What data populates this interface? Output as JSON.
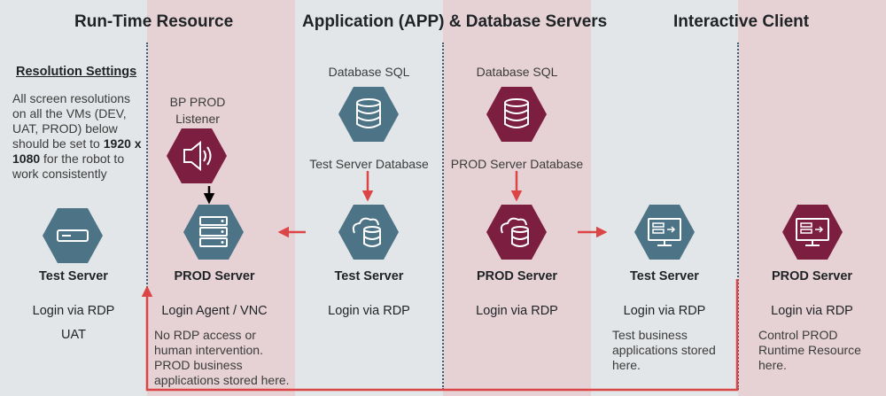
{
  "colors": {
    "grey_bg": "#e3e6e8",
    "pink_bg": "#e6d2d5",
    "test_hex": "#4d7387",
    "prod_hex": "#7b1e3f",
    "listener_hex": "#7b1e3f",
    "red_arrow": "#dc4545",
    "dotted": "#3d5f74"
  },
  "headers": {
    "runtime": "Run-Time Resource",
    "app_db": "Application (APP) & Database Servers",
    "client": "Interactive Client"
  },
  "resolution": {
    "title": "Resolution Settings",
    "text_1": "All screen resolutions on all the VMs (DEV, UAT, PROD) below should be set to ",
    "bold_1": "1920 x 1080",
    "text_2": " for the robot to work consistently"
  },
  "listener": {
    "label_line1": "BP PROD",
    "label_line2": "Listener",
    "icon": "speaker-icon"
  },
  "db_test": {
    "top_label": "Database SQL",
    "bottom_label": "Test Server Database",
    "icon": "database-icon"
  },
  "db_prod": {
    "top_label": "Database SQL",
    "bottom_label": "PROD Server Database",
    "icon": "database-icon"
  },
  "columns": [
    {
      "server": "Test Server",
      "login": "Login via RDP",
      "note": "UAT",
      "icon": "server-icon"
    },
    {
      "server": "PROD Server",
      "login": "Login Agent / VNC",
      "note": "No RDP access or human intervention. PROD business applications stored here.",
      "icon": "server-stack-icon"
    },
    {
      "server": "Test Server",
      "login": "Login via RDP",
      "note": "",
      "icon": "cloud-database-icon"
    },
    {
      "server": "PROD Server",
      "login": "Login via RDP",
      "note": "",
      "icon": "cloud-database-icon"
    },
    {
      "server": "Test Server",
      "login": "Login via RDP",
      "note": "Test business applications stored here.",
      "icon": "monitor-server-icon"
    },
    {
      "server": "PROD Server",
      "login": "Login via RDP",
      "note": "Control PROD Runtime Resource here.",
      "icon": "monitor-server-icon"
    }
  ]
}
